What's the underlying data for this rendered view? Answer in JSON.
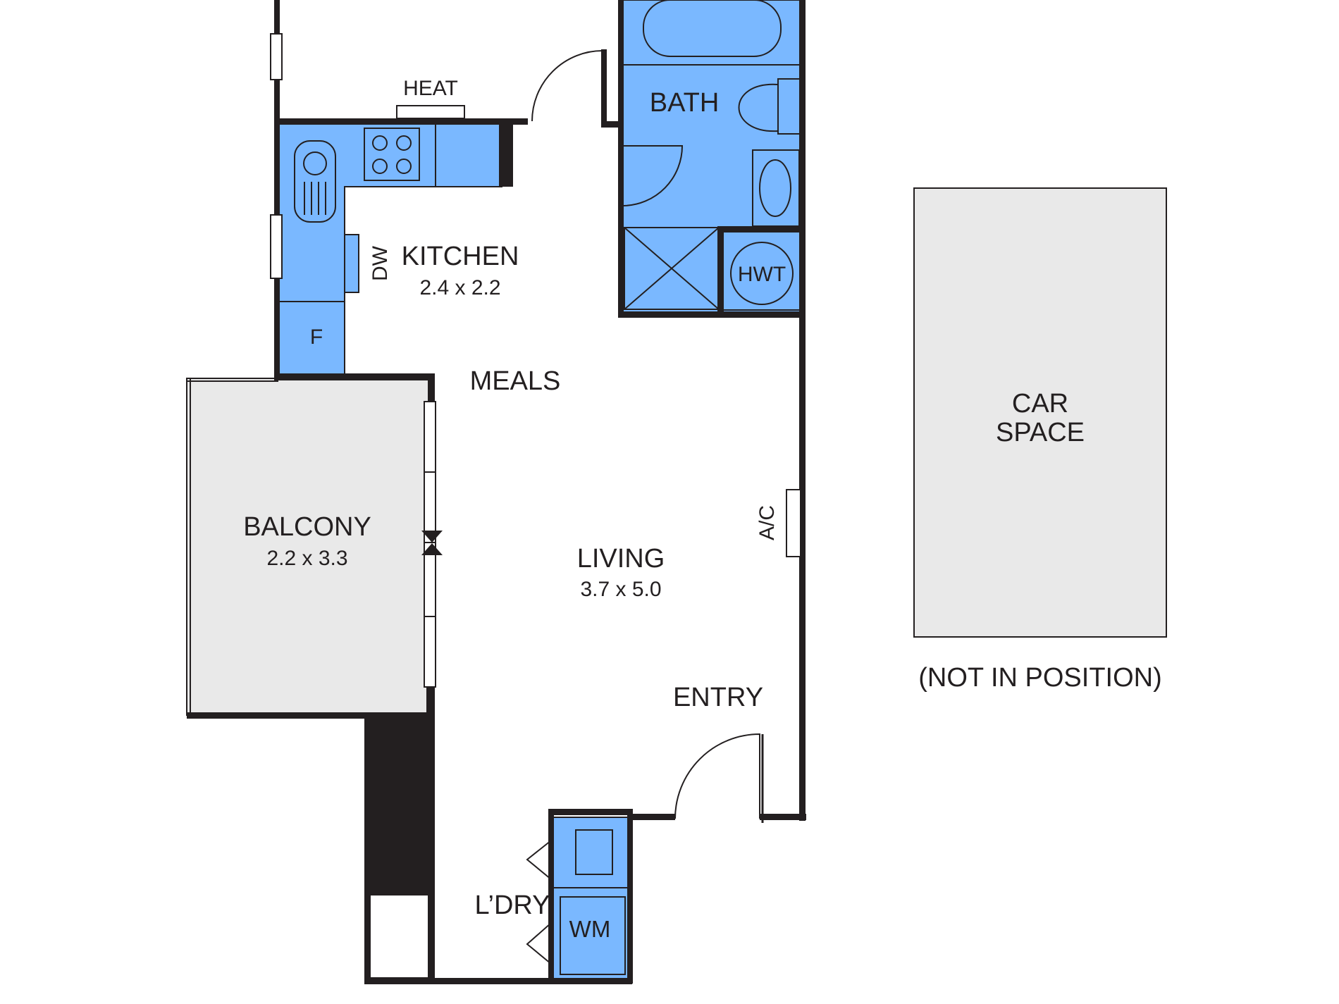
{
  "rooms": {
    "kitchen": {
      "name": "KITCHEN",
      "size": "2.4 x 2.2"
    },
    "meals": {
      "name": "MEALS"
    },
    "living": {
      "name": "LIVING",
      "size": "3.7 x 5.0"
    },
    "balcony": {
      "name": "BALCONY",
      "size": "2.2 x 3.3"
    },
    "bath": {
      "name": "BATH"
    },
    "entry": {
      "name": "ENTRY"
    },
    "laundry": {
      "name": "L’DRY"
    },
    "car_space": {
      "line1": "CAR",
      "line2": "SPACE",
      "note": "(NOT IN POSITION)"
    }
  },
  "fixtures": {
    "heat": "HEAT",
    "dishwasher": "DW",
    "fridge": "F",
    "hot_water": "HWT",
    "air_conditioner": "A/C",
    "washing_machine": "WM"
  },
  "colors": {
    "wet_area": "#7ab8ff",
    "outdoor_area": "#e9e9e9",
    "wall": "#231f20"
  }
}
